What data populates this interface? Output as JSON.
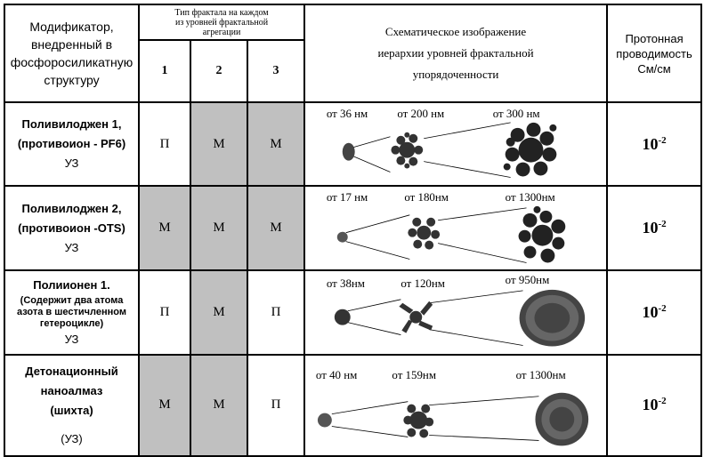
{
  "header": {
    "modifier": [
      "Модификатор,",
      "внедренный в",
      "фосфоросиликатную",
      "структуру"
    ],
    "fractal_type": [
      "Тип фрактала на каждом",
      "из уровней фрактальной",
      "агрегации"
    ],
    "levels": [
      "1",
      "2",
      "3"
    ],
    "scheme": [
      "Схематическое изображение",
      "иерархии уровней фрактальной",
      "упорядоченности"
    ],
    "proton": [
      "Протонная",
      "проводимость",
      "См/см"
    ]
  },
  "rows": [
    {
      "modifier": [
        "Поливилоджен 1,",
        "(противоион - PF6)"
      ],
      "uz": "УЗ",
      "levels": [
        "П",
        "М",
        "М"
      ],
      "shaded": [
        false,
        true,
        true
      ],
      "sizes": [
        "от 36 нм",
        "от 200 нм",
        "от 300 нм"
      ],
      "conductivity_base": "10",
      "conductivity_exp": "-2"
    },
    {
      "modifier": [
        "Поливилоджен 2,",
        "(противоион -OTS)"
      ],
      "uz": "УЗ",
      "levels": [
        "М",
        "М",
        "М"
      ],
      "shaded": [
        true,
        true,
        true
      ],
      "sizes": [
        "от 17 нм",
        "от 180нм",
        "от 1300нм"
      ],
      "conductivity_base": "10",
      "conductivity_exp": "-2"
    },
    {
      "modifier": [
        "Полиионен 1."
      ],
      "modifier_small": [
        "(Содержит два атома",
        "азота в шестичленном",
        "гетероцикле)"
      ],
      "uz": "УЗ",
      "levels": [
        "П",
        "М",
        "П"
      ],
      "shaded": [
        false,
        true,
        false
      ],
      "sizes": [
        "от 38нм",
        "от 120нм",
        "от  950нм"
      ],
      "conductivity_base": "10",
      "conductivity_exp": "-2"
    },
    {
      "modifier": [
        "Детонационный",
        "наноалмаз",
        "(шихта)"
      ],
      "uz": "(УЗ)",
      "levels": [
        "М",
        "М",
        "П"
      ],
      "shaded": [
        true,
        true,
        false
      ],
      "sizes": [
        "от 40 нм",
        "от 159нм",
        "от 1300нм"
      ],
      "conductivity_base": "10",
      "conductivity_exp": "-2"
    }
  ]
}
